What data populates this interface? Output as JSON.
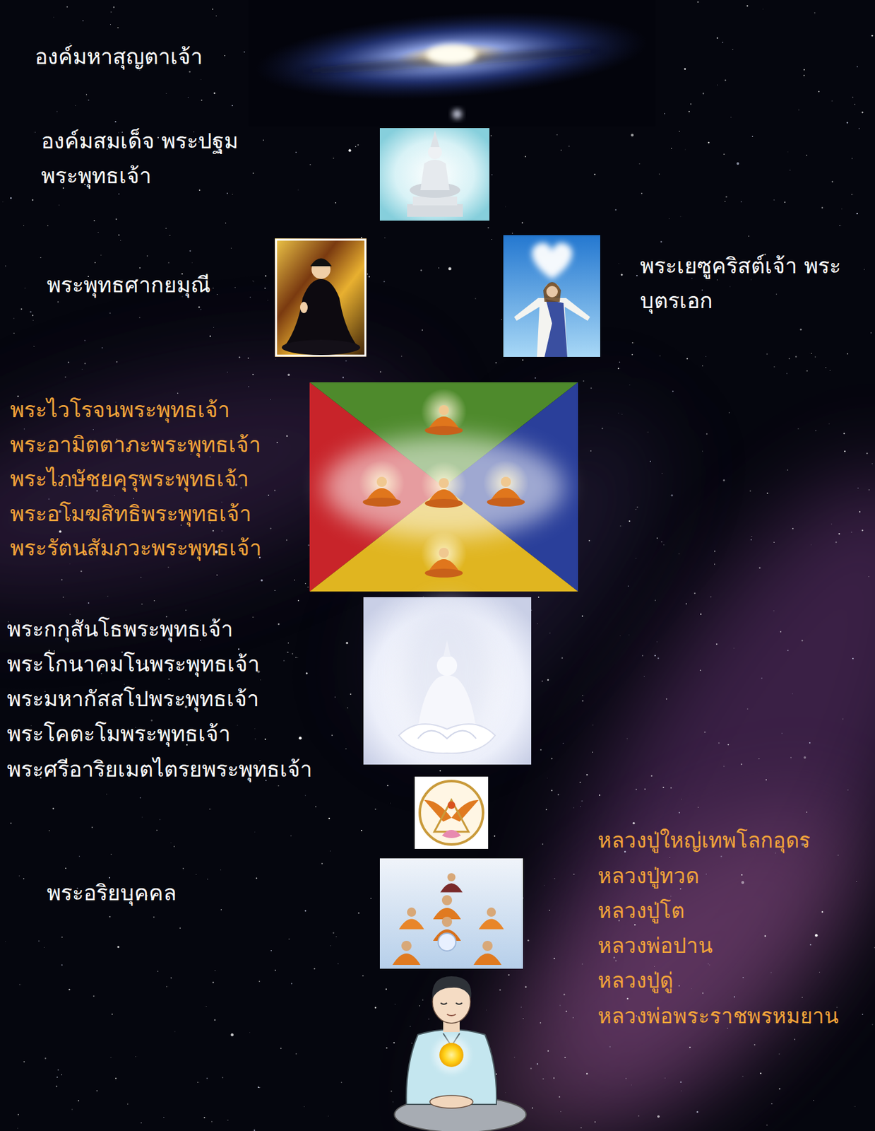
{
  "diagram": {
    "labels": [
      "องค์มหาสุญตาเจ้า",
      "องค์มสมเด็จ พระปฐมพระพุทธเจ้า",
      "พระพุทธศากยมุณี",
      "พระเยซูคริสต์เจ้า พระบุตรเอก",
      "พระไวโรจนพระพุทธเจ้า",
      "พระอามิตตาภะพระพุทธเจ้า",
      "พระไภษัชยคุรุพระพุทธเจ้า",
      "พระอโมฆสิทธิพระพุทธเจ้า",
      "พระรัตนสัมภวะพระพุทธเจ้า",
      "พระกกุสันโธพระพุทธเจ้า",
      "พระโกนาคมโนพระพุทธเจ้า",
      "พระมหากัสสโปพระพุทธเจ้า",
      "พระโคตะโมพระพุทธเจ้า",
      "พระศรีอาริยเมตไตรยพระพุทธเจ้า",
      "พระอริยบุคคล",
      "หลวงปู่ใหญ่เทพโลกอุดร",
      "หลวงปู่ทวด",
      "หลวงปู่โต",
      "หลวงพ่อปาน",
      "หลวงปู่ดู่",
      "หลวงพ่อพระราชพรหมยาน"
    ]
  }
}
